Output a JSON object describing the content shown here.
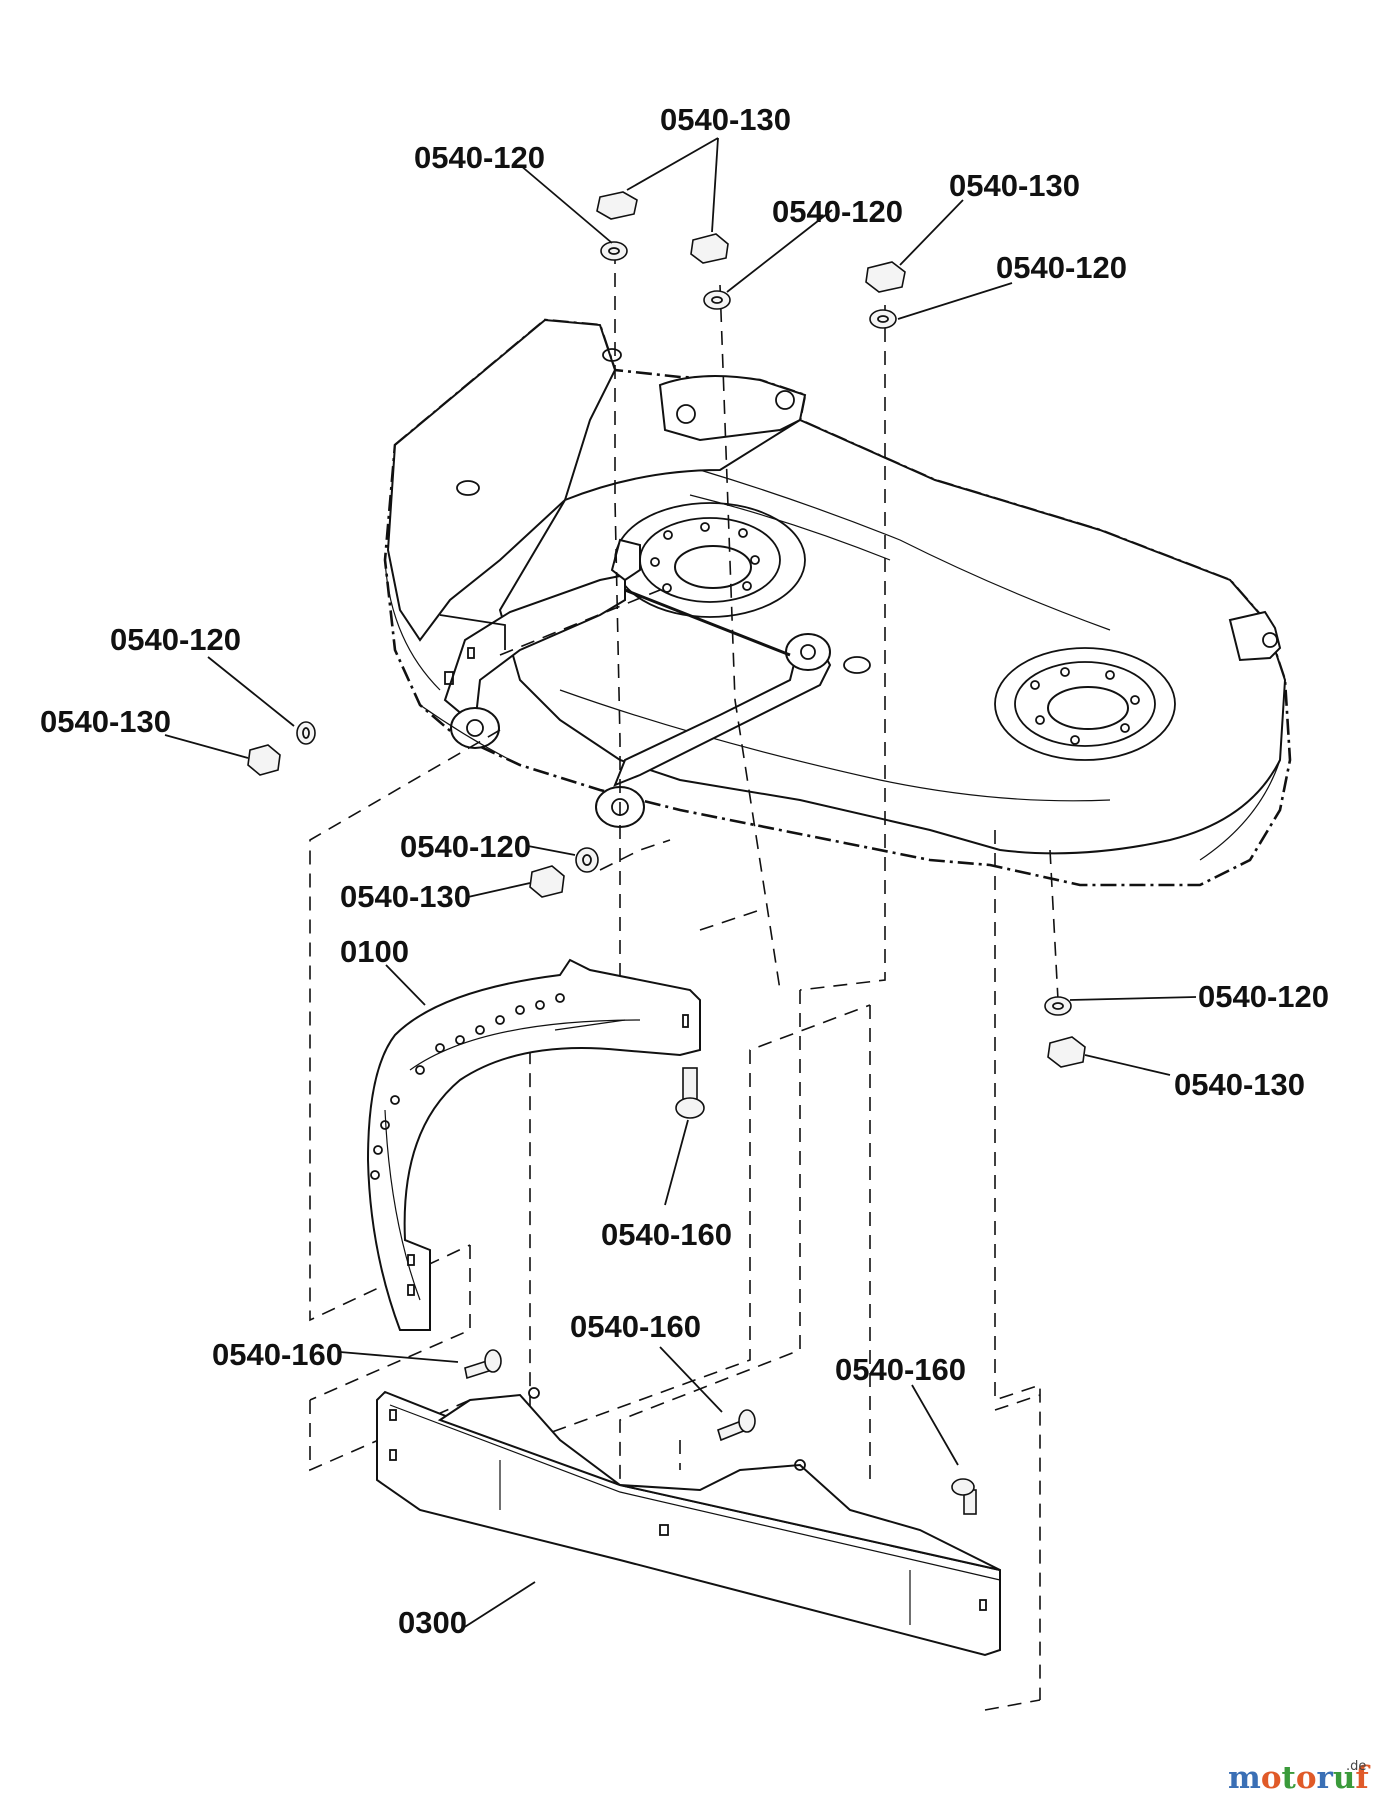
{
  "callouts": [
    {
      "id": "c1",
      "text": "0540-130"
    },
    {
      "id": "c2",
      "text": "0540-120"
    },
    {
      "id": "c3",
      "text": "0540-120"
    },
    {
      "id": "c4",
      "text": "0540-130"
    },
    {
      "id": "c5",
      "text": "0540-120"
    },
    {
      "id": "c6",
      "text": "0540-120"
    },
    {
      "id": "c7",
      "text": "0540-130"
    },
    {
      "id": "c8",
      "text": "0540-120"
    },
    {
      "id": "c9",
      "text": "0540-130"
    },
    {
      "id": "c10",
      "text": "0100"
    },
    {
      "id": "c11",
      "text": "0540-120"
    },
    {
      "id": "c12",
      "text": "0540-130"
    },
    {
      "id": "c13",
      "text": "0540-160"
    },
    {
      "id": "c14",
      "text": "0540-160"
    },
    {
      "id": "c15",
      "text": "0540-160"
    },
    {
      "id": "c16",
      "text": "0540-160"
    },
    {
      "id": "c17",
      "text": "0300"
    }
  ],
  "watermark": {
    "main": "motoruf",
    "suffix": ".de"
  }
}
